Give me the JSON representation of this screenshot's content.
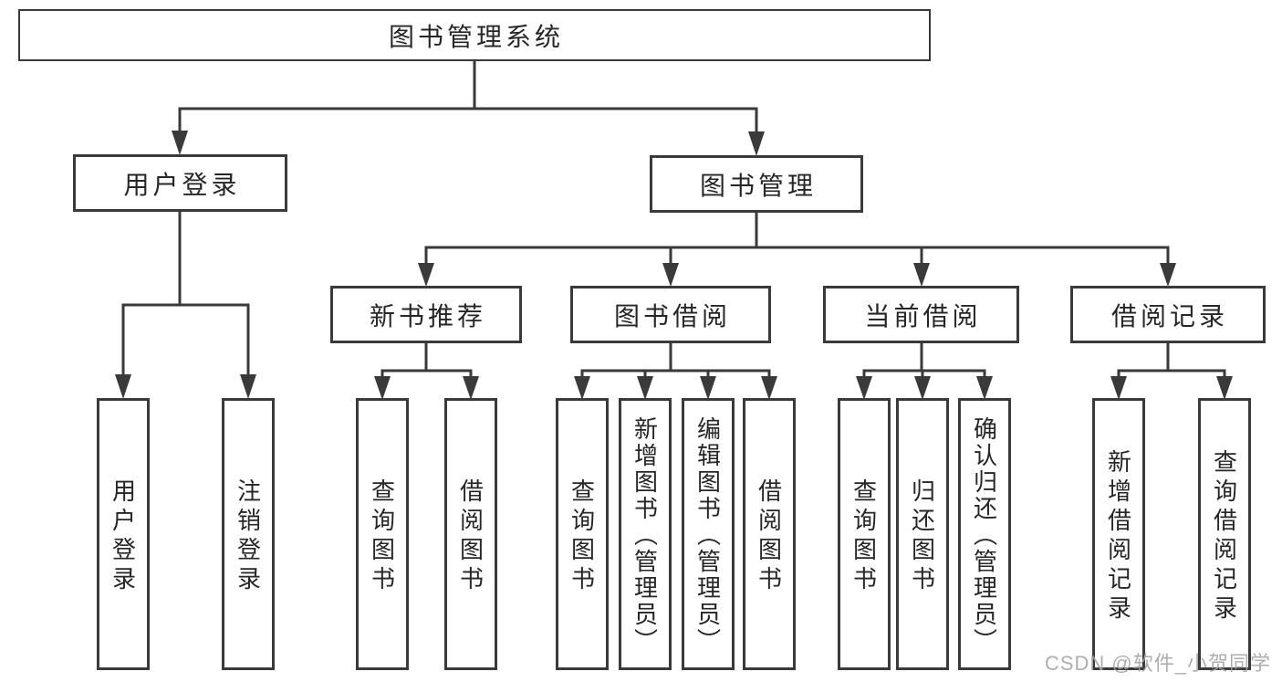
{
  "diagram": {
    "root": "图书管理系统",
    "level2": [
      "用户登录",
      "图书管理"
    ],
    "level3": [
      "新书推荐",
      "图书借阅",
      "当前借阅",
      "借阅记录"
    ],
    "leaves": [
      "用户登录",
      "注销登录",
      "查询图书",
      "借阅图书",
      "查询图书",
      "新增图书（管理员）",
      "编辑图书（管理员）",
      "借阅图书",
      "查询图书",
      "归还图书",
      "确认归还（管理员）",
      "新增借阅记录",
      "查询借阅记录"
    ]
  },
  "watermark": "CSDN @软件_小贺同学",
  "colors": {
    "line": "#3a3a3a",
    "text": "#262626",
    "background": "#ffffff",
    "watermark": "#a5a5a5"
  }
}
